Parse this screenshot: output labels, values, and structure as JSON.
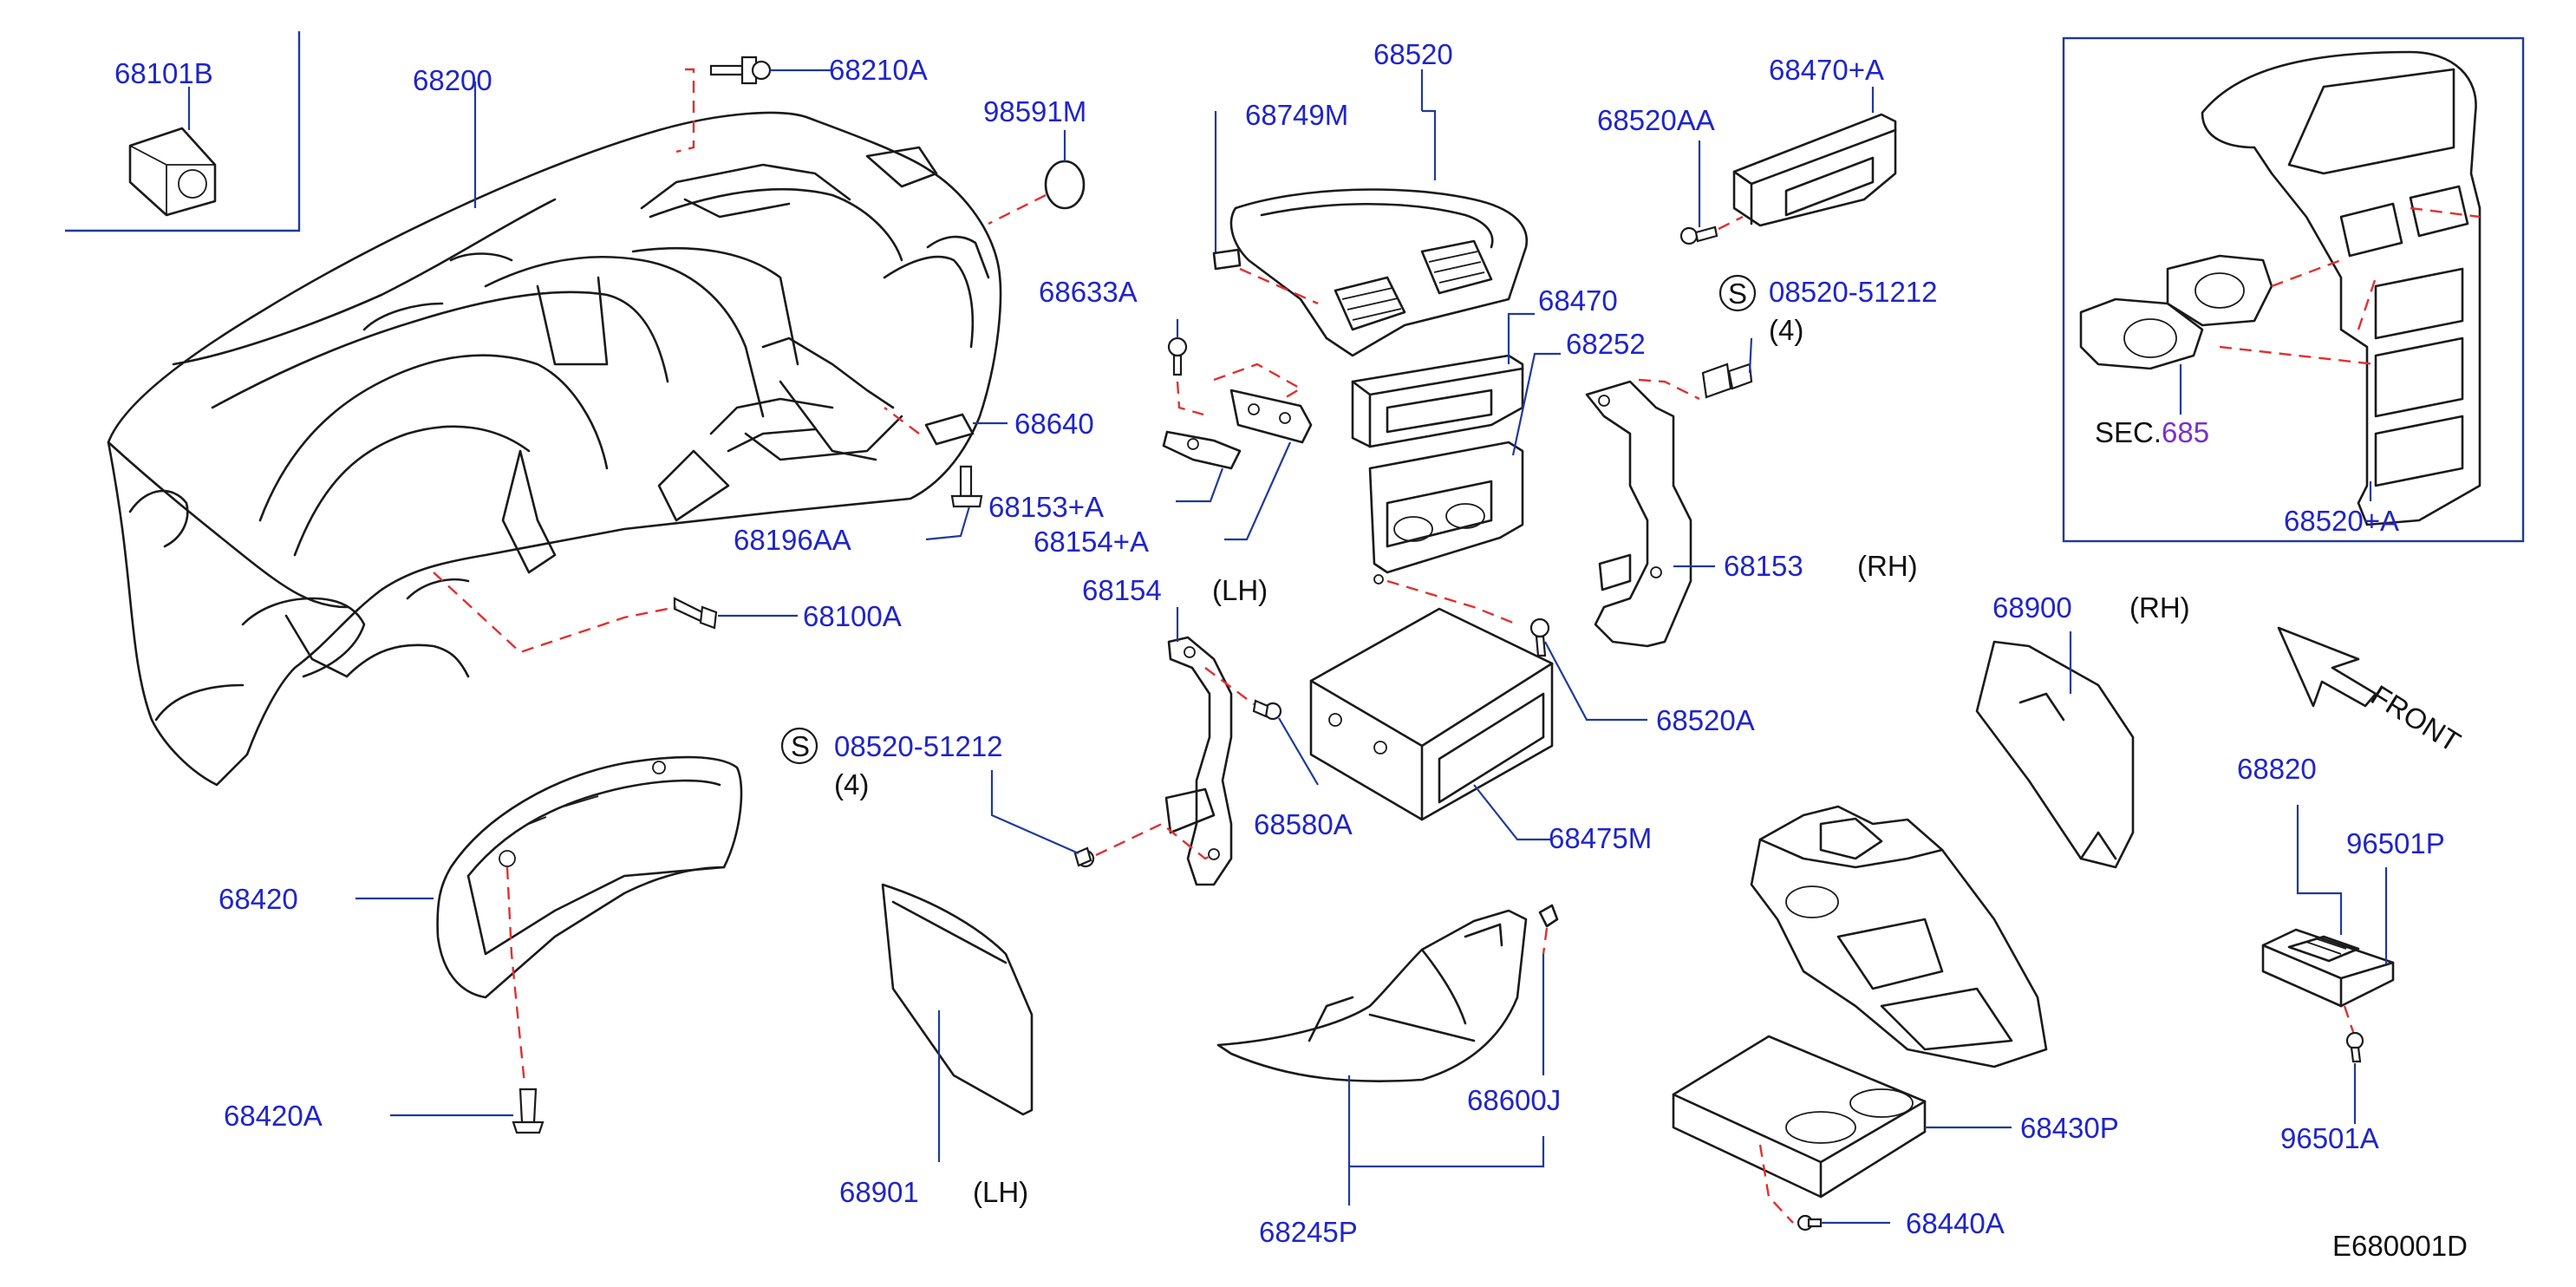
{
  "labels": {
    "p68101B": "68101B",
    "p68200": "68200",
    "p68210A": "68210A",
    "p98591M": "98591M",
    "p68520": "68520",
    "p68749M": "68749M",
    "p68520AA": "68520AA",
    "p68470A": "68470+A",
    "p68633A": "68633A",
    "p68470": "68470",
    "p0852051212_top": "08520-51212",
    "qty4_top": "(4)",
    "p68252": "68252",
    "p68640": "68640",
    "p68153A": "68153+A",
    "p68154A": "68154+A",
    "p68196AA": "68196AA",
    "p68154": "68154",
    "lh_68154": "(LH)",
    "p68153": "68153",
    "rh_68153": "(RH)",
    "p68100A": "68100A",
    "p68520A": "68520A",
    "p0852051212_mid": "08520-51212",
    "qty4_mid": "(4)",
    "p68580A": "68580A",
    "p68475M": "68475M",
    "p68420": "68420",
    "p68420A": "68420A",
    "p68901": "68901",
    "lh_68901": "(LH)",
    "p68600J": "68600J",
    "p68245P": "68245P",
    "p68430P": "68430P",
    "p68440A": "68440A",
    "p68900": "68900",
    "rh_68900": "(RH)",
    "front": "FRONT",
    "p68820": "68820",
    "p96501P": "96501P",
    "p96501A": "96501A",
    "sec_prefix": "SEC.",
    "sec_num": "685",
    "p68520A_plus": "68520+A",
    "s_symbol": "S",
    "diagram_id": "E680001D"
  },
  "colors": {
    "label_blue": "#1f25c8",
    "leader_blue": "#1f3a9a",
    "dash_red": "#e03030",
    "line_black": "#1a1a1a",
    "sec_purple": "#7a2fc9"
  }
}
